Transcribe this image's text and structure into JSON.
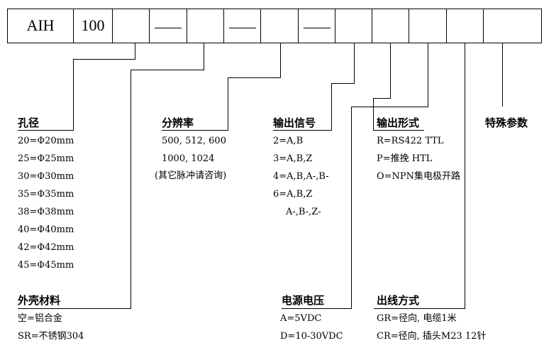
{
  "code_boxes": [
    "AIH",
    "100",
    "",
    "———",
    "",
    "———",
    "",
    "———",
    "",
    "",
    "",
    "",
    "",
    ""
  ],
  "sections": {
    "bore": {
      "title": "孔径",
      "items": [
        "20=Φ20mm",
        "25=Φ25mm",
        "30=Φ30mm",
        "35=Φ35mm",
        "38=Φ38mm",
        "40=Φ40mm",
        "42=Φ42mm",
        "45=Φ45mm"
      ]
    },
    "resolution": {
      "title": "分辨率",
      "items": [
        "500, 512, 600",
        "1000, 1024",
        "(其它脉冲请咨询)"
      ]
    },
    "output_signal": {
      "title": "输出信号",
      "items": [
        "2=A,B",
        "3=A,B,Z",
        "4=A,B,A-,B-",
        "6=A,B,Z",
        "A-,B-,Z-"
      ]
    },
    "output_form": {
      "title": "输出形式",
      "items": [
        "R=RS422 TTL",
        "P=推挽  HTL",
        "O=NPN集电极开路"
      ]
    },
    "special": {
      "title": "特殊参数"
    },
    "housing": {
      "title": "外壳材料",
      "items": [
        "空=铝合金",
        "SR=不锈钢304"
      ]
    },
    "voltage": {
      "title": "电源电压",
      "items": [
        "A=5VDC",
        "D=10-30VDC"
      ]
    },
    "wiring": {
      "title": "出线方式",
      "items": [
        "GR=径向,  电缆1米",
        "CR=径向,  插头M23 12针"
      ]
    }
  }
}
